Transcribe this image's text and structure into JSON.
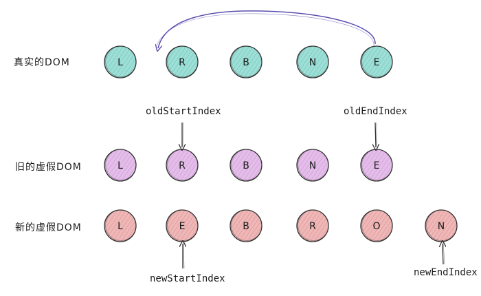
{
  "rows": {
    "real": {
      "label": "真实的DOM",
      "fill": "#7fd3c8",
      "nodes": [
        "L",
        "R",
        "B",
        "N",
        "E"
      ]
    },
    "old": {
      "label": "旧的虚假DOM",
      "fill": "#d9a8e0",
      "nodes": [
        "L",
        "R",
        "B",
        "N",
        "E"
      ]
    },
    "new": {
      "label": "新的虚假DOM",
      "fill": "#e8a0a0",
      "nodes": [
        "L",
        "E",
        "B",
        "R",
        "O",
        "N"
      ]
    }
  },
  "pointers": {
    "old_start": "oldStartIndex",
    "old_end": "oldEndIndex",
    "new_start": "newStartIndex",
    "new_end": "newEndIndex"
  },
  "colors": {
    "stroke": "#333333",
    "arrow": "#5a4fb0"
  }
}
